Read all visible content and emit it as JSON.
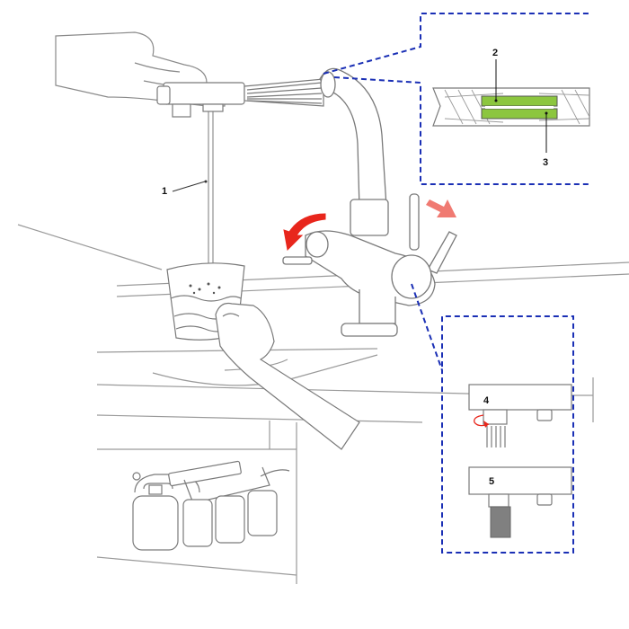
{
  "callouts": [
    {
      "id": "1",
      "text": "1"
    },
    {
      "id": "2",
      "text": "2"
    },
    {
      "id": "3",
      "text": "3"
    },
    {
      "id": "4",
      "text": "4"
    },
    {
      "id": "5",
      "text": "5"
    }
  ],
  "colors": {
    "line": "#7a7a7a",
    "dashed_frame": "#1a2fb5",
    "turn_arrow": "#e8261c",
    "pull_arrow": "#f07a72",
    "filter_stripe": "#8cc63f",
    "outlet_tube": "#808080",
    "small_arrow": "#e8261c"
  },
  "icons": [
    "hand-icon",
    "glass-icon",
    "faucet-icon",
    "filter-canister-icon"
  ]
}
